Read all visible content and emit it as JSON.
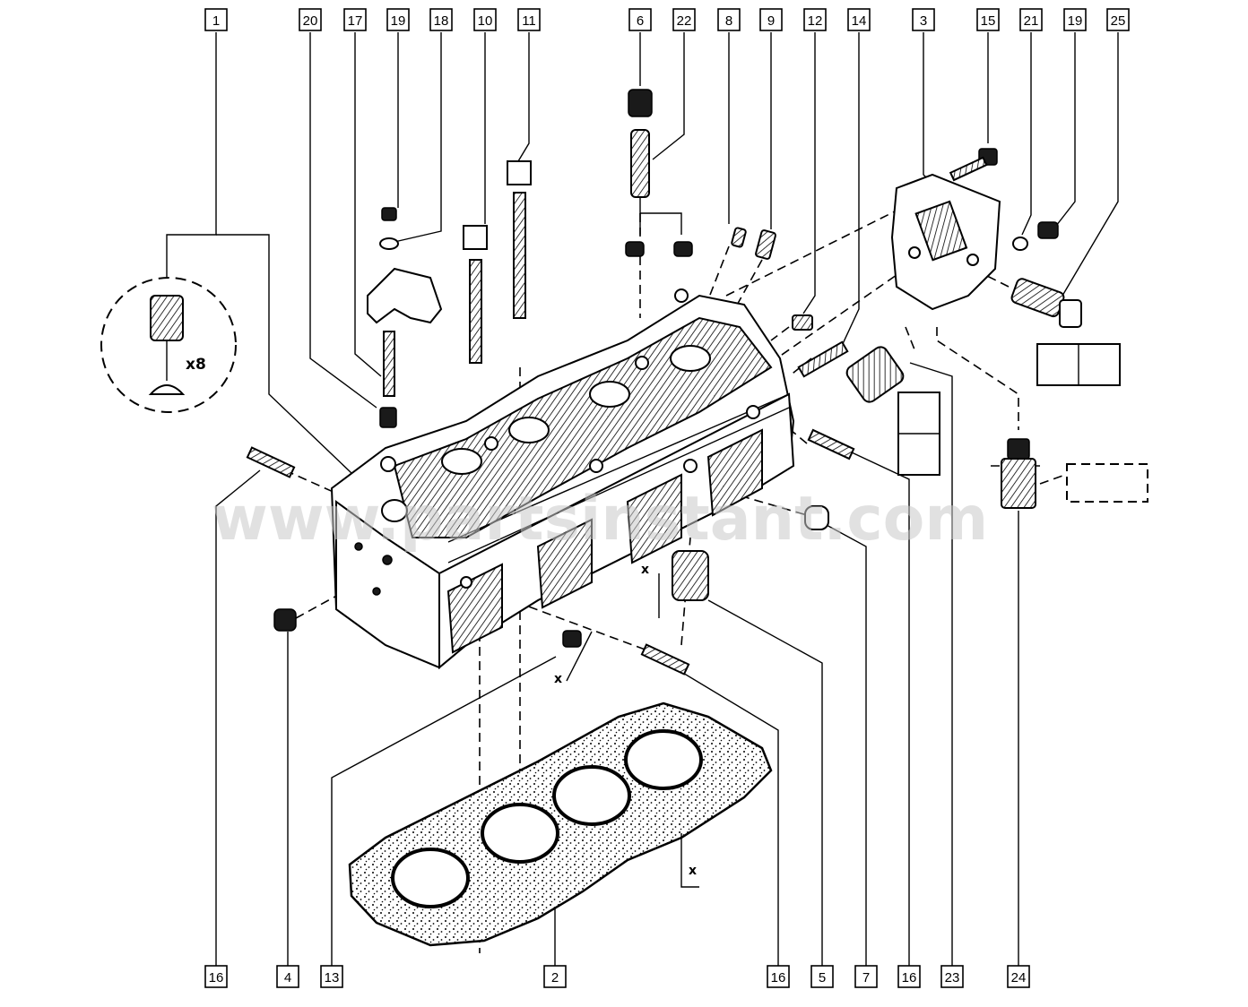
{
  "diagram": {
    "watermark": "www.partsinstant.com",
    "valve_quantity_label": "x8",
    "tolerance_marks": [
      "x",
      "x",
      "x"
    ],
    "callouts_top": [
      "1",
      "20",
      "17",
      "19",
      "18",
      "10",
      "11",
      "6",
      "22",
      "8",
      "9",
      "12",
      "14",
      "3",
      "15",
      "21",
      "19",
      "25"
    ],
    "callouts_bottom": [
      "16",
      "4",
      "13",
      "2",
      "16",
      "5",
      "7",
      "16",
      "23",
      "24"
    ]
  }
}
